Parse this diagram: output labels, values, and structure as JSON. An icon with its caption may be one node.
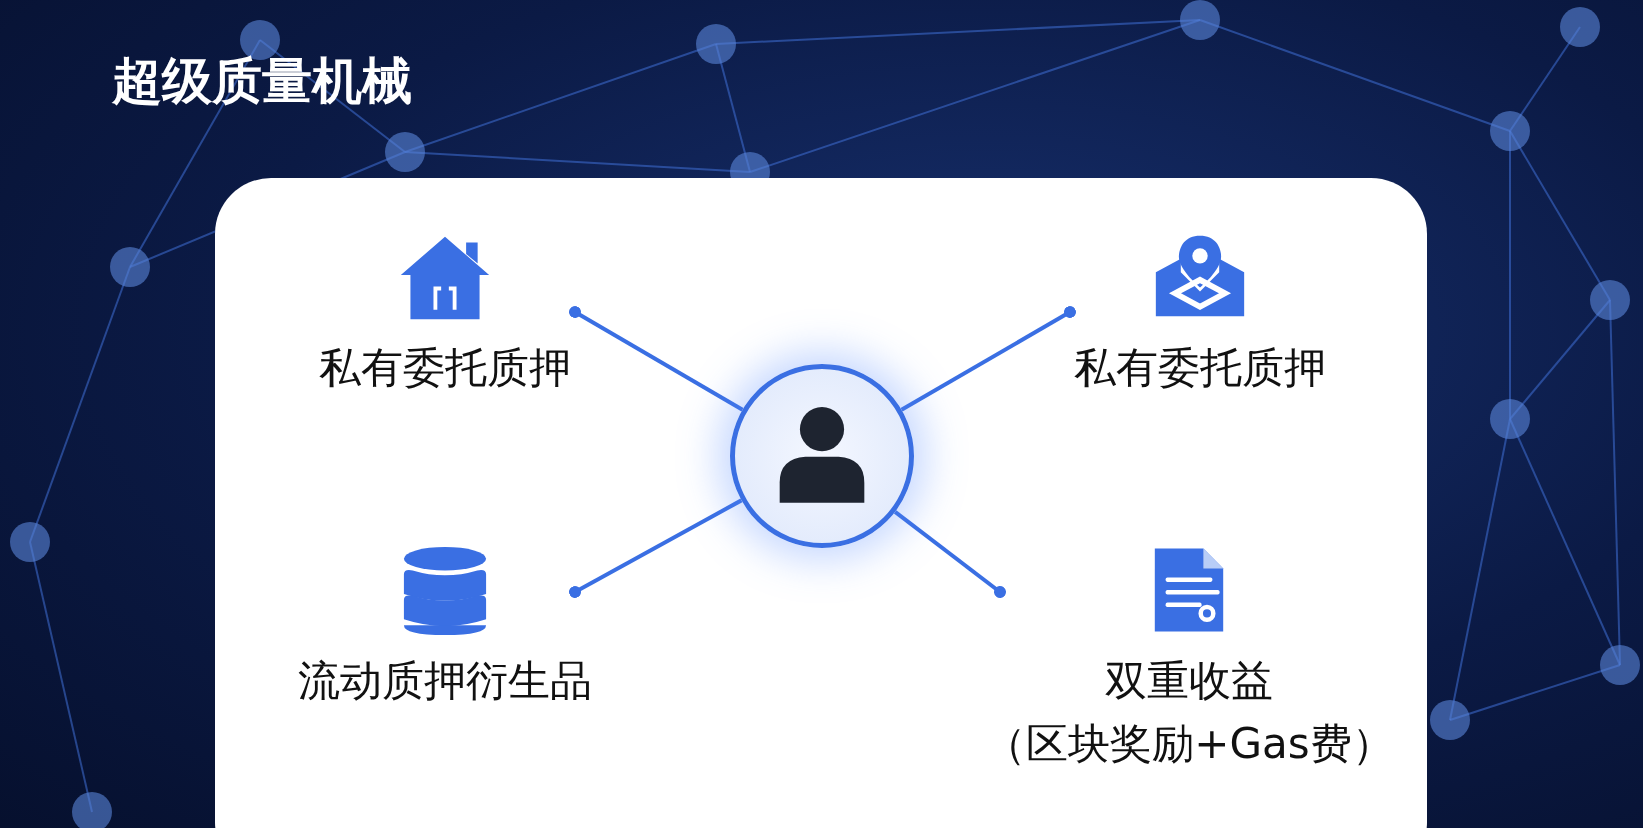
{
  "diagram": {
    "title": "超级质量机械",
    "nodes": [
      {
        "text": [],
        "shape": "circle"
      },
      {
        "text": [
          "私有委托质押"
        ]
      },
      {
        "text": [
          "流动质押衍生品"
        ]
      },
      {
        "text": [
          "私有委托质押"
        ]
      },
      {
        "text": [
          "双重收益",
          "（区块奖励+Gas费）"
        ]
      }
    ],
    "edges": [
      {
        "from": 0,
        "to": 1,
        "arrow": "other"
      },
      {
        "from": 0,
        "to": 2,
        "arrow": "other"
      },
      {
        "from": 0,
        "to": 3,
        "arrow": "other"
      },
      {
        "from": 0,
        "to": 4,
        "arrow": "other"
      }
    ]
  }
}
